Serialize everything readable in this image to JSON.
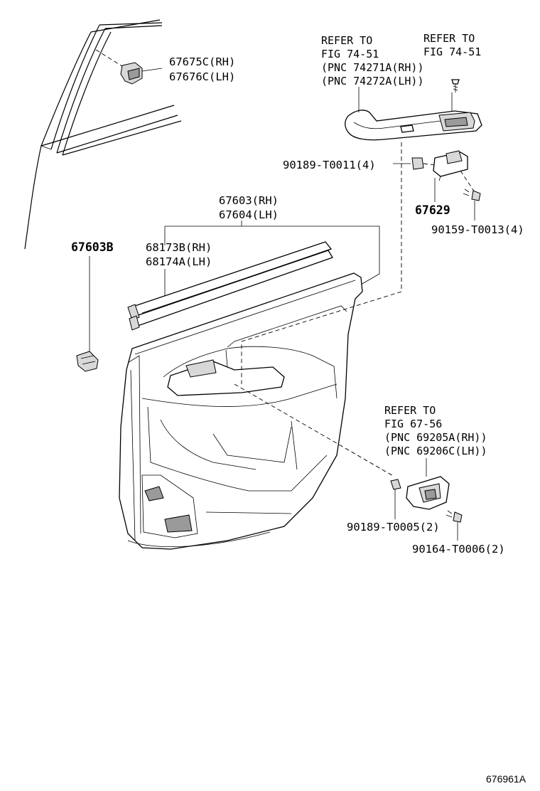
{
  "labels": {
    "clip_rh": "67675C(RH)",
    "clip_lh": "67676C(LH)",
    "refer_a_line1": "REFER TO",
    "refer_a_line2": "FIG 74-51",
    "refer_a_line3": "(PNC 74271A(RH))",
    "refer_a_line4": "(PNC 74272A(LH))",
    "refer_b_line1": "REFER TO",
    "refer_b_line2": "FIG 74-51",
    "screw_clip": "90189-T0011(4)",
    "bracket": "67629",
    "screw_bracket": "90159-T0013(4)",
    "board_rh": "67603(RH)",
    "board_lh": "67604(LH)",
    "board_clip": "67603B",
    "weatherstrip_rh": "68173B(RH)",
    "weatherstrip_lh": "68174A(LH)",
    "refer_c_line1": "REFER TO",
    "refer_c_line2": "FIG 67-56",
    "refer_c_line3": "(PNC 69205A(RH))",
    "refer_c_line4": "(PNC 69206C(LH))",
    "clip_handle": "90189-T0005(2)",
    "screw_handle": "90164-T0006(2)",
    "figure_number": "676961A"
  }
}
